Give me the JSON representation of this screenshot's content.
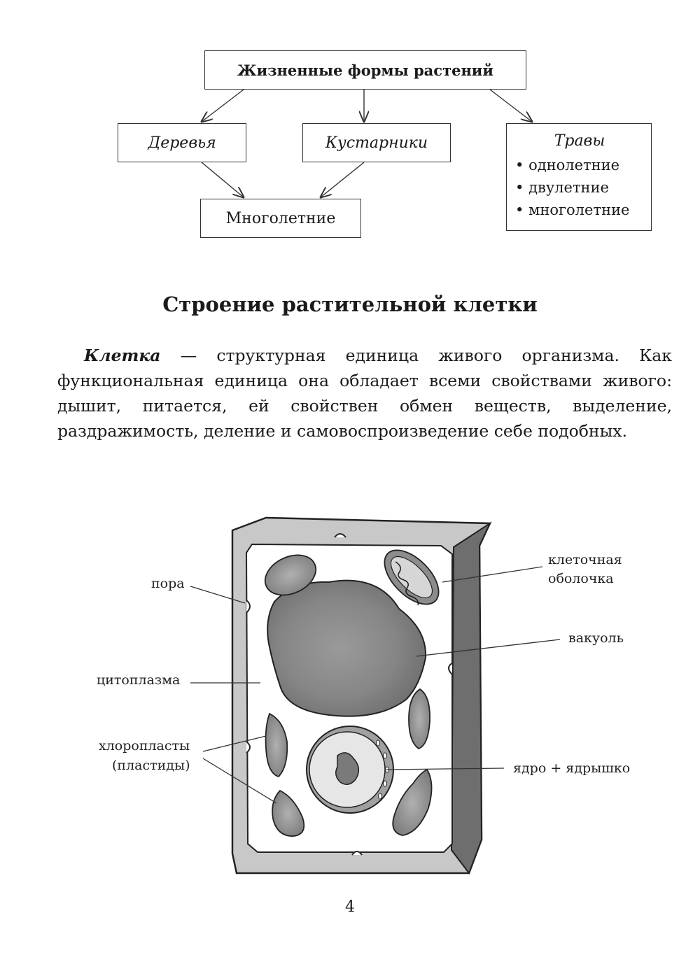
{
  "flowchart": {
    "root": "Жизненные формы растений",
    "trees": "Деревья",
    "shrubs": "Кустарники",
    "perennial": "Многолетние",
    "herbs": {
      "title": "Травы",
      "items": [
        "однолетние",
        "двулетние",
        "многолетние"
      ]
    }
  },
  "section": {
    "title": "Строение растительной клетки",
    "paragraph_term": "Клетка",
    "paragraph_text": " — структурная единица живого организма. Как функциональная единица она обладает всеми свойствами живого: дышит, питается, ей свойствен обмен веществ, выделение, раздражимость, деление и самовоспроизведение себе подобных."
  },
  "cell_labels": {
    "pore": "пора",
    "cytoplasm": "цитоплазма",
    "chloroplasts_line1": "хлоропласты",
    "chloroplasts_line2": "(пластиды)",
    "cell_wall_line1": "клеточная",
    "cell_wall_line2": "оболочка",
    "vacuole": "вакуоль",
    "nucleus": "ядро + ядрышко"
  },
  "colors": {
    "wall_fill": "#c8c8c8",
    "wall_dark": "#6e6e6e",
    "vacuole": "#8a8a8a",
    "chloroplast": "#9a9a9a"
  },
  "page_number": "4"
}
